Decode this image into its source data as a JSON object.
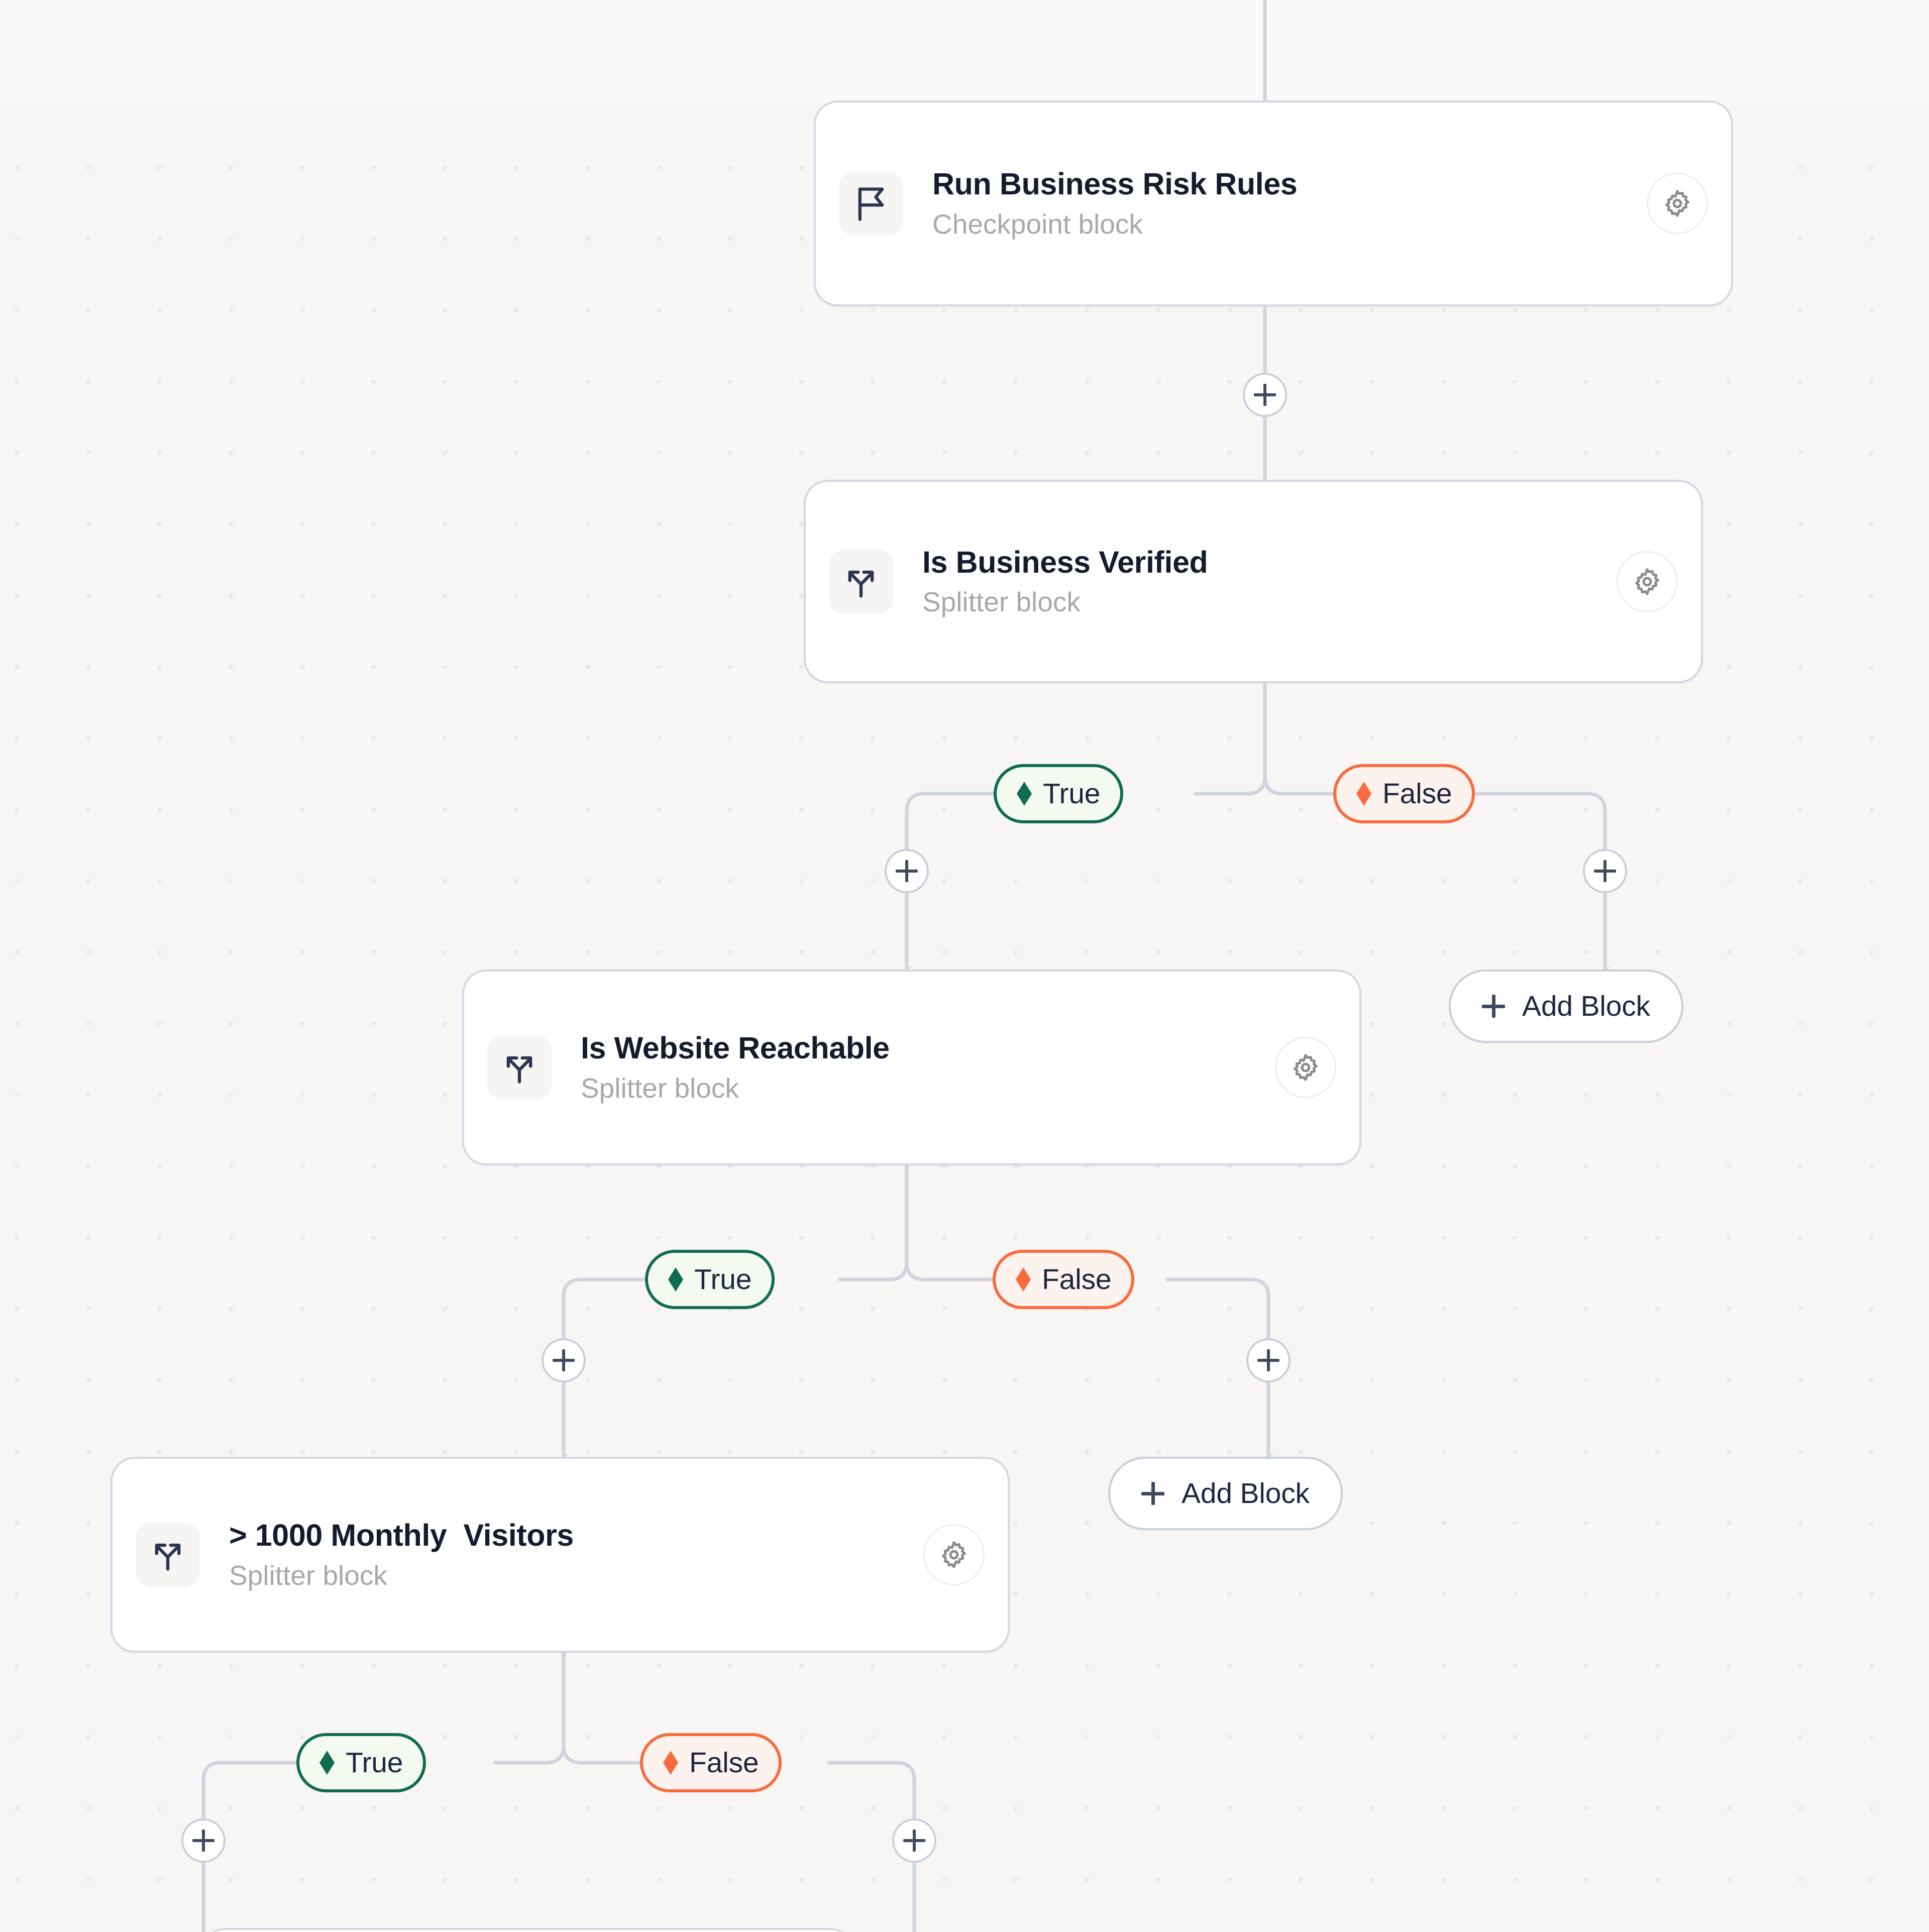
{
  "canvas": {
    "background_color": "#f7f6f4",
    "dot_color": "#e8e6e3",
    "wire_color": "#cfd4de"
  },
  "theme": {
    "card_bg": "#ffffff",
    "card_border": "#d3d8e2",
    "title_color": "#141b2d",
    "subtitle_color": "#a7a8ab",
    "true_accent": "#0f6c51",
    "true_bg": "#f4faf0",
    "false_accent": "#fb6a3c",
    "false_bg": "#fdf3ee",
    "icon_tile_bg": "#f6f5f3",
    "gear_color": "#8b8b8c"
  },
  "blocks": [
    {
      "id": "run-business-risk-rules",
      "title": "Run Business Risk Rules",
      "subtitle": "Checkpoint block",
      "icon": "flag-icon",
      "settings_icon": "gear-icon"
    },
    {
      "id": "is-business-verified",
      "title": "Is Business Verified",
      "subtitle": "Splitter block",
      "icon": "splitter-icon",
      "settings_icon": "gear-icon"
    },
    {
      "id": "is-website-reachable",
      "title": "Is Website Reachable",
      "subtitle": "Splitter block",
      "icon": "splitter-icon",
      "settings_icon": "gear-icon"
    },
    {
      "id": "monthly-visitors-threshold",
      "title": "> 1000 Monthly  Visitors",
      "subtitle": "Splitter block",
      "icon": "splitter-icon",
      "settings_icon": "gear-icon"
    }
  ],
  "branches": [
    {
      "id": "branch-1-true",
      "label": "True",
      "type": "true"
    },
    {
      "id": "branch-1-false",
      "label": "False",
      "type": "false"
    },
    {
      "id": "branch-2-true",
      "label": "True",
      "type": "true"
    },
    {
      "id": "branch-2-false",
      "label": "False",
      "type": "false"
    },
    {
      "id": "branch-3-true",
      "label": "True",
      "type": "true"
    },
    {
      "id": "branch-3-false",
      "label": "False",
      "type": "false"
    }
  ],
  "add_buttons": [
    {
      "id": "add-block-1",
      "label": "Add Block",
      "icon": "plus-icon"
    },
    {
      "id": "add-block-2",
      "label": "Add Block",
      "icon": "plus-icon"
    }
  ],
  "connector_nodes": [
    {
      "id": "add-node-trunk",
      "icon": "plus-icon"
    },
    {
      "id": "add-node-1-true",
      "icon": "plus-icon"
    },
    {
      "id": "add-node-1-false",
      "icon": "plus-icon"
    },
    {
      "id": "add-node-2-true",
      "icon": "plus-icon"
    },
    {
      "id": "add-node-2-false",
      "icon": "plus-icon"
    },
    {
      "id": "add-node-3-true",
      "icon": "plus-icon"
    },
    {
      "id": "add-node-3-false",
      "icon": "plus-icon"
    }
  ]
}
